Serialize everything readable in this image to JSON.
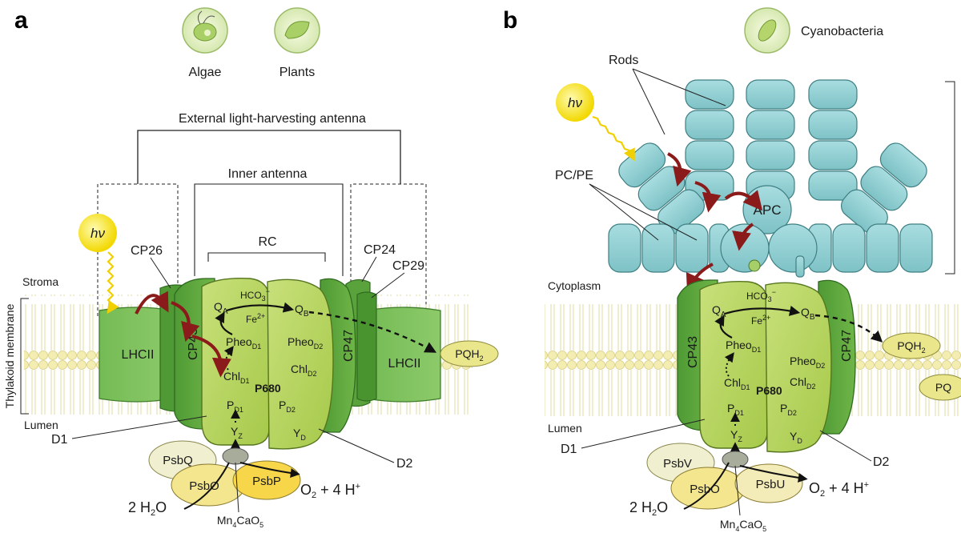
{
  "panels": {
    "a": {
      "letter": "a",
      "organisms": {
        "algae": "Algae",
        "plants": "Plants"
      },
      "labels": {
        "external_antenna": "External light-harvesting antenna",
        "inner_antenna": "Inner antenna",
        "rc": "RC",
        "hv": "hν",
        "stroma": "Stroma",
        "lumen": "Lumen",
        "thylakoid_membrane": "Thylakoid membrane",
        "cp26": "CP26",
        "cp24": "CP24",
        "cp29": "CP29",
        "lhcii_left": "LHCII",
        "lhcii_right": "LHCII",
        "cp43": "CP43",
        "cp47": "CP47",
        "d1": "D1",
        "d2": "D2",
        "psbq": "PsbQ",
        "psbo": "PsbO",
        "psbp": "PsbP",
        "mn": "Mn4CaO5",
        "water": "2 H2O",
        "o2": "O2 + 4 H+",
        "qa": "QA",
        "qb": "QB",
        "hco3": "HCO3−",
        "fe": "Fe2+",
        "pheo_d1": "PheoD1",
        "pheo_d2": "PheoD2",
        "chl_d1": "ChlD1",
        "chl_d2": "ChlD2",
        "p680": "P680",
        "p_d1": "PD1",
        "p_d2": "PD2",
        "yz": "YZ",
        "yd": "YD",
        "pqh2": "PQH2"
      }
    },
    "b": {
      "letter": "b",
      "organisms": {
        "cyanobacteria": "Cyanobacteria"
      },
      "labels": {
        "rods": "Rods",
        "pcpe": "PC/PE",
        "apc": "APC",
        "hv": "hν",
        "cytoplasm": "Cytoplasm",
        "lumen": "Lumen",
        "cp43": "CP43",
        "cp47": "CP47",
        "d1": "D1",
        "d2": "D2",
        "psbv": "PsbV",
        "psbo": "PsbO",
        "psbu": "PsbU",
        "mn": "Mn4CaO5",
        "water": "2 H2O",
        "o2": "O2 + 4 H+",
        "qa": "QA",
        "qb": "QB",
        "hco3": "HCO3−",
        "fe": "Fe2+",
        "pheo_d1": "PheoD1",
        "pheo_d2": "PheoD2",
        "chl_d1": "ChlD1",
        "chl_d2": "ChlD2",
        "p680": "P680",
        "p_d1": "PD1",
        "p_d2": "PD2",
        "yz": "YZ",
        "yd": "YD",
        "pqh2": "PQH2",
        "pq": "PQ"
      }
    }
  },
  "colors": {
    "membrane": "#eef0b8",
    "lipid_head": "#f4edb2",
    "psii_core": "#b7d35c",
    "cp_green": "#5aa33c",
    "lhcii": "#7cc15a",
    "phycobilisome": "#8fcfd1",
    "arrow": "#8b1a1a",
    "hv": "#ffe600"
  }
}
